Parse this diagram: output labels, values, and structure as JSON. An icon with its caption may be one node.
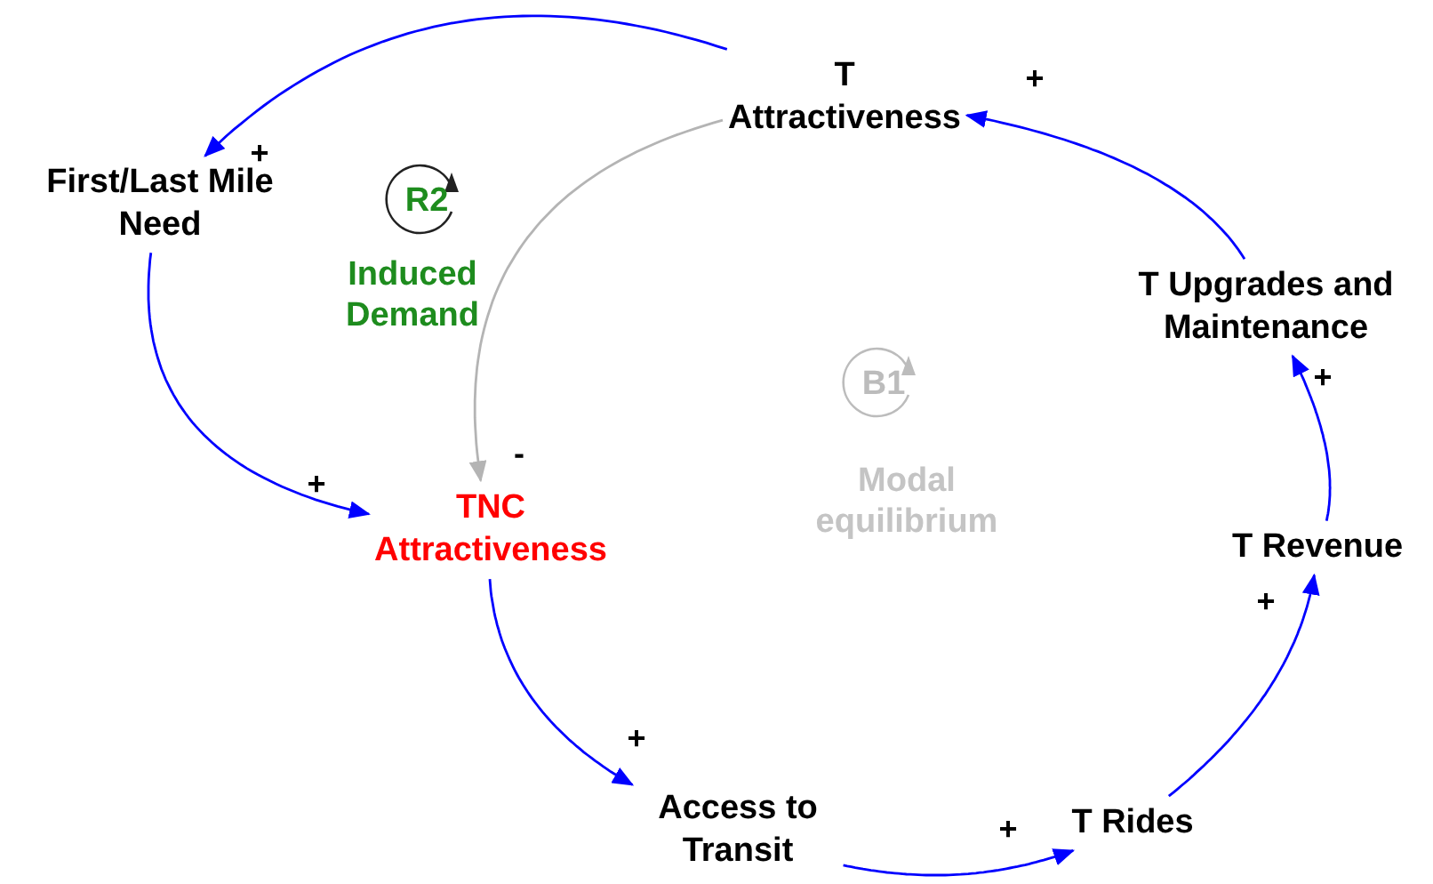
{
  "diagram": {
    "nodes": [
      {
        "text": [
          "T Attractiveness"
        ]
      },
      {
        "text": [
          "First/Last Mile Need"
        ]
      },
      {
        "text": [
          "TNC Attractiveness"
        ]
      },
      {
        "text": [
          "Access to Transit"
        ]
      },
      {
        "text": [
          "T Rides"
        ]
      },
      {
        "text": [
          "T Revenue"
        ]
      },
      {
        "text": [
          "T Upgrades and Maintenance"
        ]
      }
    ],
    "edges": [
      {
        "from": 0,
        "to": 1,
        "arrow": "to",
        "label": "+"
      },
      {
        "from": 1,
        "to": 2,
        "arrow": "to",
        "label": "+"
      },
      {
        "from": 0,
        "to": 2,
        "arrow": "to",
        "label": "-",
        "color": "#b4b4b4"
      },
      {
        "from": 2,
        "to": 3,
        "arrow": "to",
        "label": "+"
      },
      {
        "from": 3,
        "to": 4,
        "arrow": "to",
        "label": "+"
      },
      {
        "from": 4,
        "to": 5,
        "arrow": "to",
        "label": "+"
      },
      {
        "from": 5,
        "to": 6,
        "arrow": "to",
        "label": "+"
      },
      {
        "from": 6,
        "to": 0,
        "arrow": "to",
        "label": "+"
      }
    ],
    "labels": [
      "R2",
      "Induced Demand",
      "B1",
      "Modal equilibrium"
    ]
  }
}
